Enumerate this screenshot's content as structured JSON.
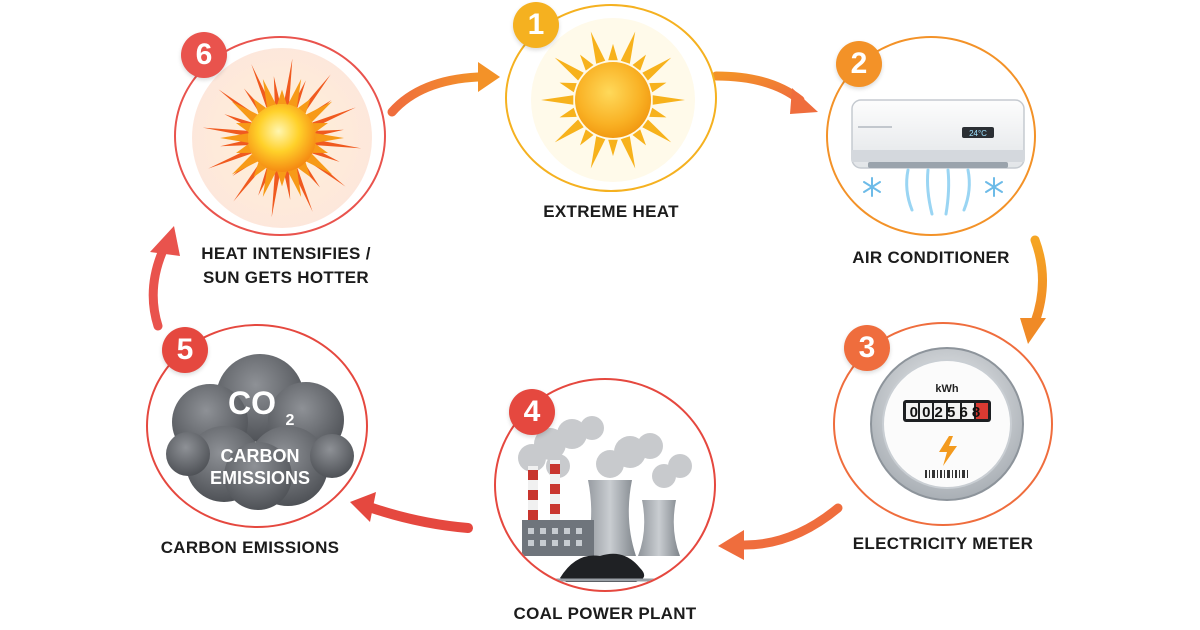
{
  "colors": {
    "yellow": "#f5b120",
    "orange": "#f39228",
    "orange_red": "#ef6d3d",
    "red": "#e5483f",
    "coral": "#e9534d"
  },
  "steps": [
    {
      "number": "1",
      "label": "EXTREME HEAT",
      "icon": "sun-icon"
    },
    {
      "number": "2",
      "label": "AIR CONDITIONER",
      "icon": "air-conditioner-icon",
      "display": "24°C"
    },
    {
      "number": "3",
      "label": "ELECTRICITY METER",
      "icon": "electricity-meter-icon",
      "unit": "kWh",
      "reading": "002568"
    },
    {
      "number": "4",
      "label": "COAL POWER PLANT",
      "icon": "power-plant-icon"
    },
    {
      "number": "5",
      "label": "CARBON EMISSIONS",
      "icon": "smoke-cloud-icon",
      "formula": "CO",
      "subscript": "2",
      "cloud_text": [
        "CARBON",
        "EMISSIONS"
      ]
    },
    {
      "number": "6",
      "label_lines": [
        "HEAT INTENSIFIES /",
        "SUN GETS HOTTER"
      ],
      "icon": "hot-sun-icon"
    }
  ]
}
